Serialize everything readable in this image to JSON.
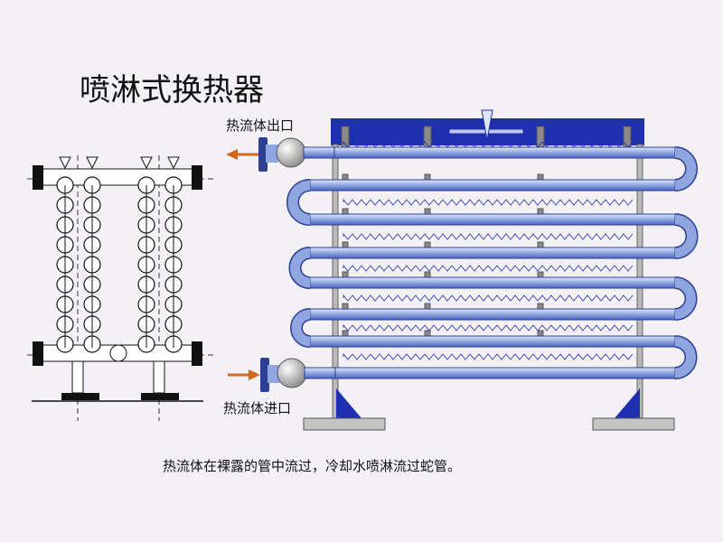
{
  "title": "喷淋式换热器",
  "labels": {
    "outlet": "热流体出口",
    "inlet": "热流体进口"
  },
  "caption": "热流体在裸露的管中流过，冷却水喷淋流过蛇管。",
  "colors": {
    "background": "#f3f1f6",
    "pipe": "#8fa6e0",
    "pipe_edge": "#2d3f94",
    "header": "#1e2fb0",
    "frame": "#9a9a9a",
    "arrow": "#d2691e",
    "water": "#1e2fb0"
  },
  "icons": [
    "arrow-left-icon",
    "arrow-right-icon",
    "spray-nozzle-icon",
    "valve-icon"
  ]
}
